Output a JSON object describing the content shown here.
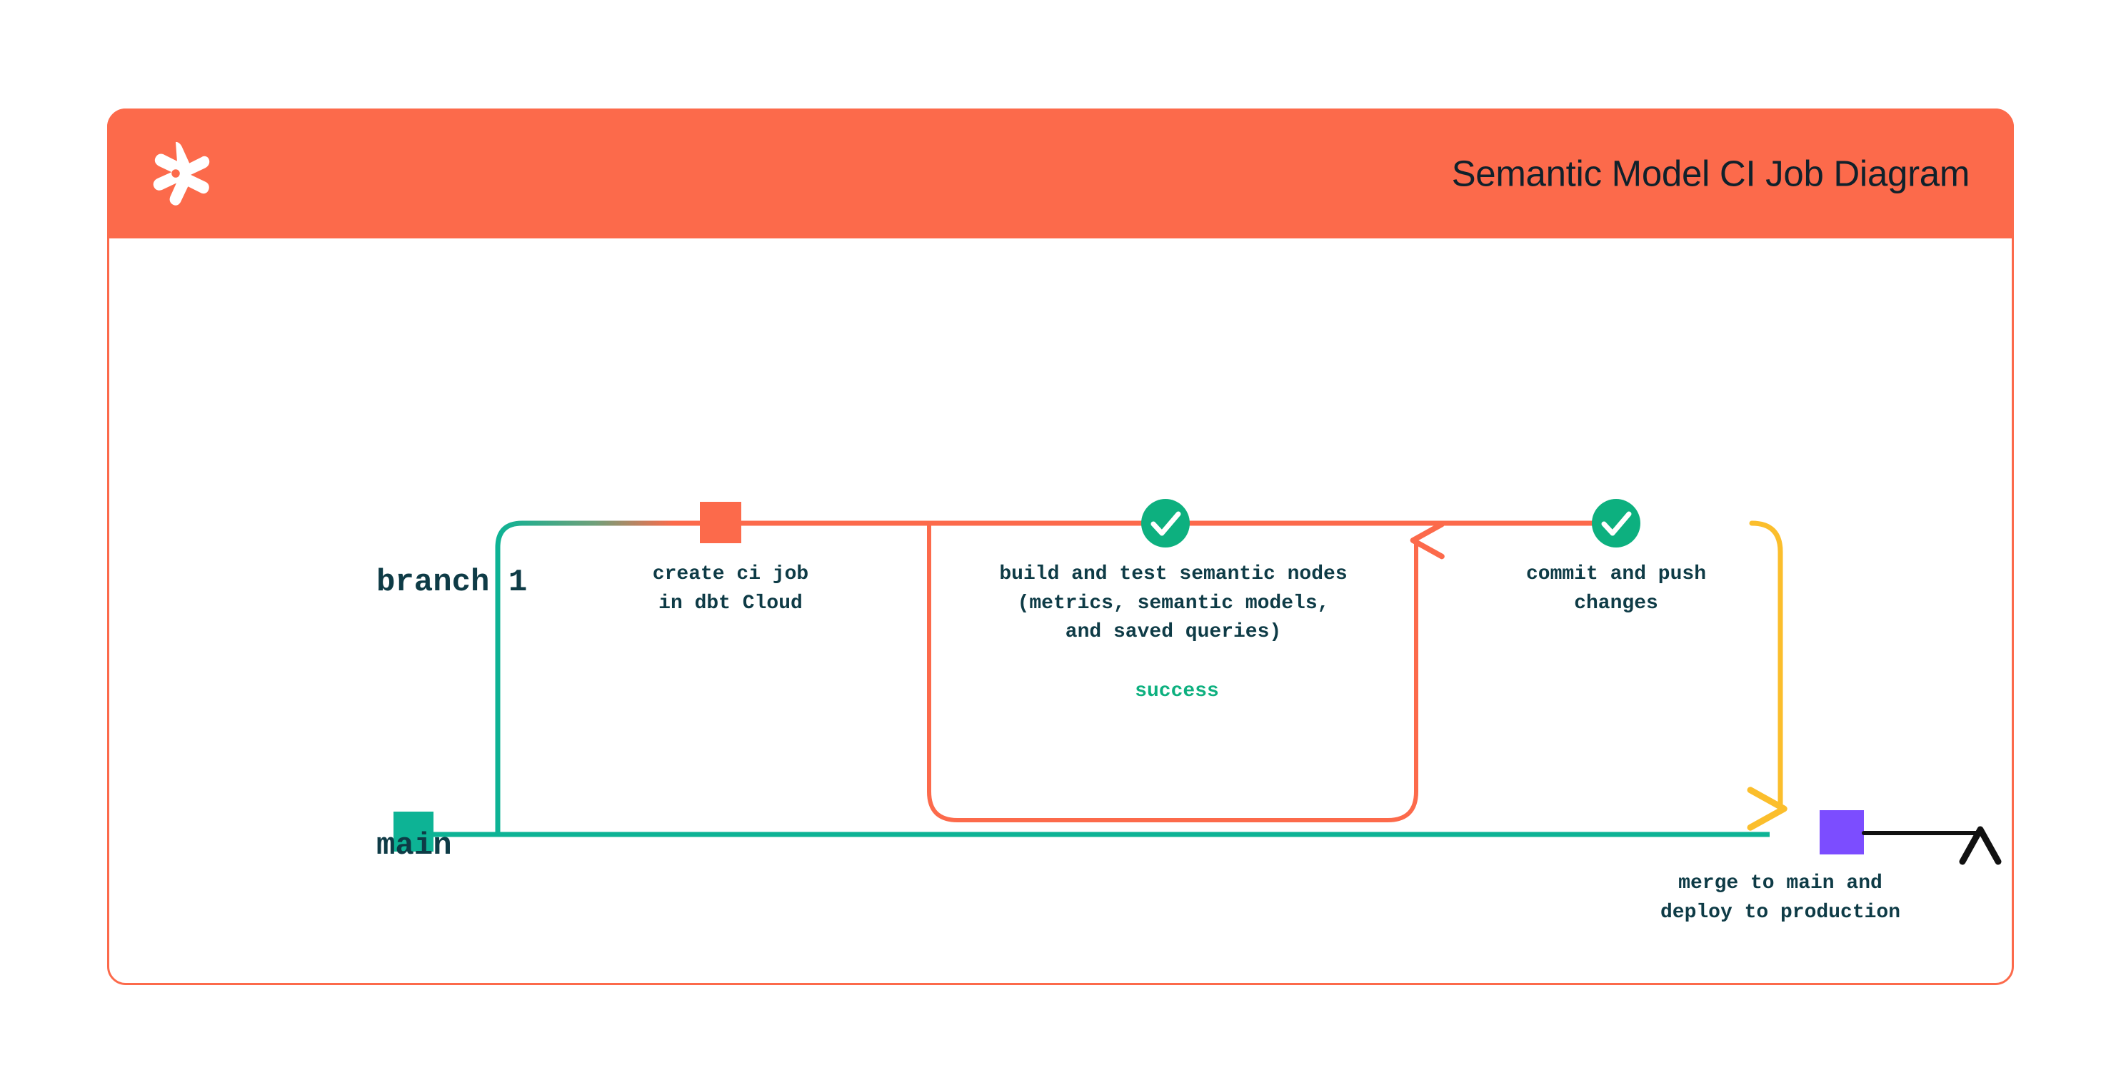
{
  "header": {
    "title": "Semantic Model CI Job Diagram",
    "logo_icon": "dbt-logo-icon",
    "background_color": "#FC6A4B",
    "title_color": "#10212b"
  },
  "card": {
    "border_color": "#FC6A4B",
    "background_color": "#FFFFFF"
  },
  "diagram": {
    "type": "git-branch-flow",
    "lanes": [
      {
        "id": "branch-1",
        "label": "branch 1",
        "color": "#FC6A4B"
      },
      {
        "id": "main",
        "label": "main",
        "color": "#0DB395"
      }
    ],
    "nodes": [
      {
        "id": "create-ci-job",
        "lane": "branch-1",
        "marker": "square",
        "marker_color": "#FC6A4B",
        "caption": "create ci job\nin dbt Cloud"
      },
      {
        "id": "build-and-test",
        "lane": "branch-1",
        "marker": "check-circle",
        "marker_color": "#0DB07F",
        "caption": "build and test semantic nodes\n(metrics, semantic models,\nand saved queries)"
      },
      {
        "id": "commit-and-push",
        "lane": "branch-1",
        "marker": "check-circle",
        "marker_color": "#0DB07F",
        "caption": "commit and push\nchanges"
      },
      {
        "id": "merge-to-main",
        "lane": "main",
        "marker": "square",
        "marker_color": "#7C4DFF",
        "caption": "merge to main and\ndeploy to production"
      }
    ],
    "edges": [
      {
        "id": "retry-loop",
        "label": "success",
        "label_color": "#0DB07F",
        "color": "#FC6A4B",
        "from": "build-and-test",
        "to": "build-and-test",
        "arrow": "up"
      },
      {
        "id": "merge-edge",
        "color": "#FBBE2C",
        "from": "commit-and-push",
        "to": "merge-to-main",
        "arrow": "down"
      },
      {
        "id": "main-continues",
        "color": "#111111",
        "from": "merge-to-main",
        "to": "end",
        "arrow": "right"
      }
    ],
    "palette": {
      "orange": "#FC6A4B",
      "green": "#0DB395",
      "check_green": "#0DB07F",
      "yellow": "#FBBE2C",
      "purple": "#7C4DFF",
      "text_dark": "#0E3B46",
      "black": "#111111"
    }
  }
}
